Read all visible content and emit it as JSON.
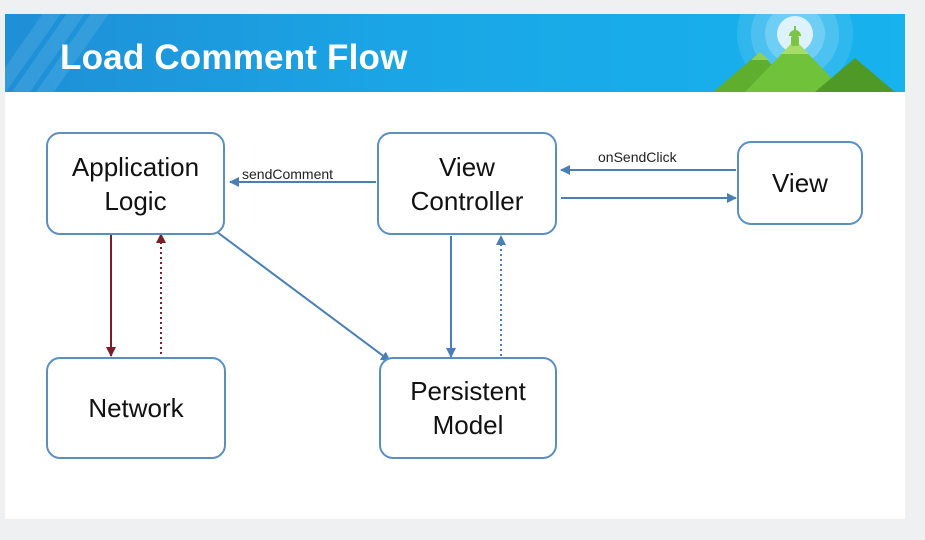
{
  "slide": {
    "title": "Load Comment Flow"
  },
  "colors": {
    "banner": "#1aa6e6",
    "node_border": "#5b8fbf",
    "blue_arrow": "#4a7fb5",
    "network_arrow": "#7a1e2b"
  },
  "nodes": {
    "application_logic": [
      "Application",
      "Logic"
    ],
    "view_controller": [
      "View",
      "Controller"
    ],
    "view": [
      "View"
    ],
    "network": [
      "Network"
    ],
    "persistent_model": [
      "Persistent",
      "Model"
    ]
  },
  "edges": {
    "send_comment": "sendComment",
    "on_send_click": "onSendClick"
  },
  "icons": {
    "brand": "android-mountain-logo-icon"
  }
}
